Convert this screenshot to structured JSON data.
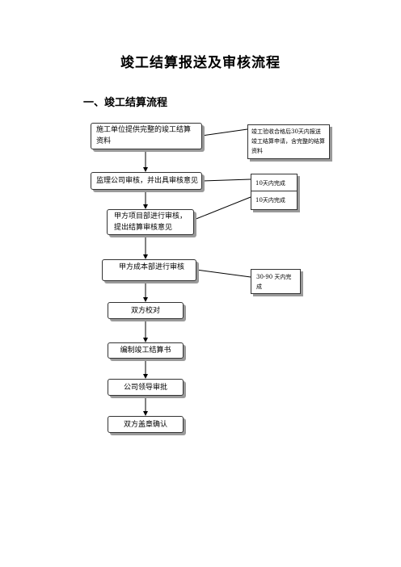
{
  "title": "竣工结算报送及审核流程",
  "section": "一、竣工结算流程",
  "steps": [
    "施工单位提供完整的竣工结算资料",
    "监理公司审核，并出具审核意见",
    "甲方项目部进行审核，提出结算审核意见",
    "甲方成本部进行审核",
    "双方校对",
    "编制竣工结算书",
    "公司领导审批",
    "双方盖章确认"
  ],
  "notes": [
    "竣工验收合格后30天内报送竣工结算申请，含完整的结算资料",
    "10天内完成",
    "10天内完成",
    "30-90 天内完成"
  ]
}
